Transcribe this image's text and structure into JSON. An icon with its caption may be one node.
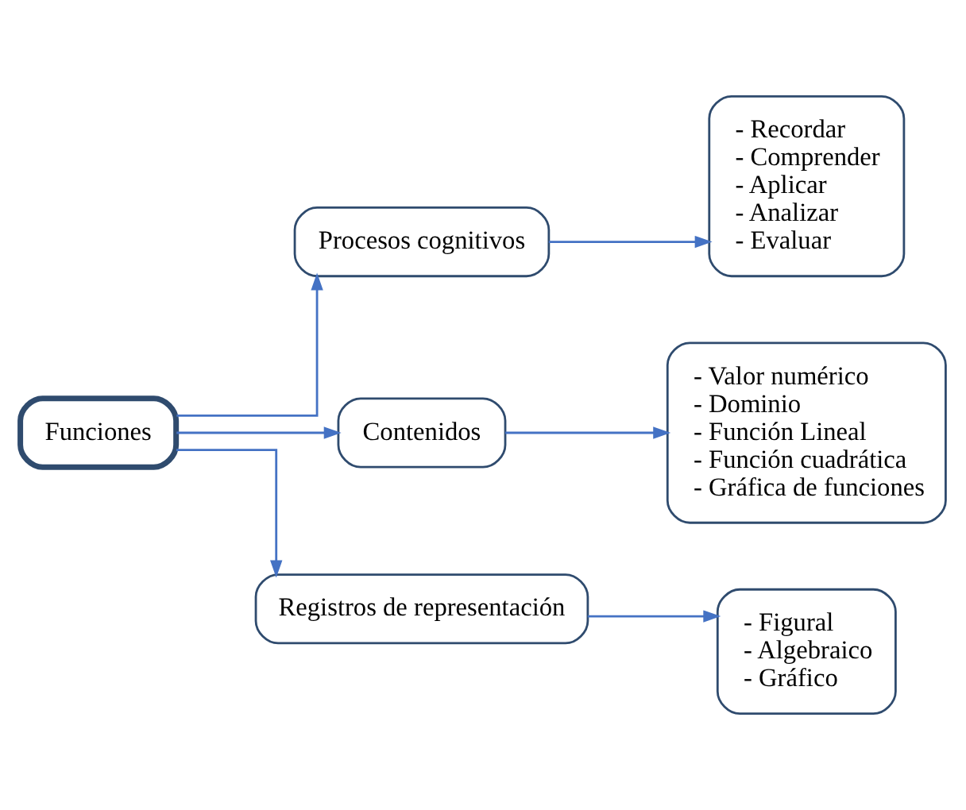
{
  "diagram": {
    "nodes": [
      {
        "text": [
          "Funciones"
        ]
      },
      {
        "text": [
          "Procesos cognitivos"
        ]
      },
      {
        "text": [
          "Contenidos"
        ]
      },
      {
        "text": [
          "Registros de representación"
        ]
      },
      {
        "text": [
          "- Recordar",
          "- Comprender",
          "- Aplicar",
          "- Analizar",
          "- Evaluar"
        ]
      },
      {
        "text": [
          "- Valor numérico",
          "- Dominio",
          "- Función Lineal",
          "- Función cuadrática",
          "- Gráfica de funciones"
        ]
      },
      {
        "text": [
          "- Figural",
          "- Algebraico",
          "- Gráfico"
        ]
      }
    ],
    "edges": [
      {
        "from": 0,
        "to": 1,
        "arrow": "to"
      },
      {
        "from": 0,
        "to": 2,
        "arrow": "to"
      },
      {
        "from": 0,
        "to": 3,
        "arrow": "to"
      },
      {
        "from": 1,
        "to": 4,
        "arrow": "to"
      },
      {
        "from": 2,
        "to": 5,
        "arrow": "to"
      },
      {
        "from": 3,
        "to": 6,
        "arrow": "to"
      }
    ]
  }
}
